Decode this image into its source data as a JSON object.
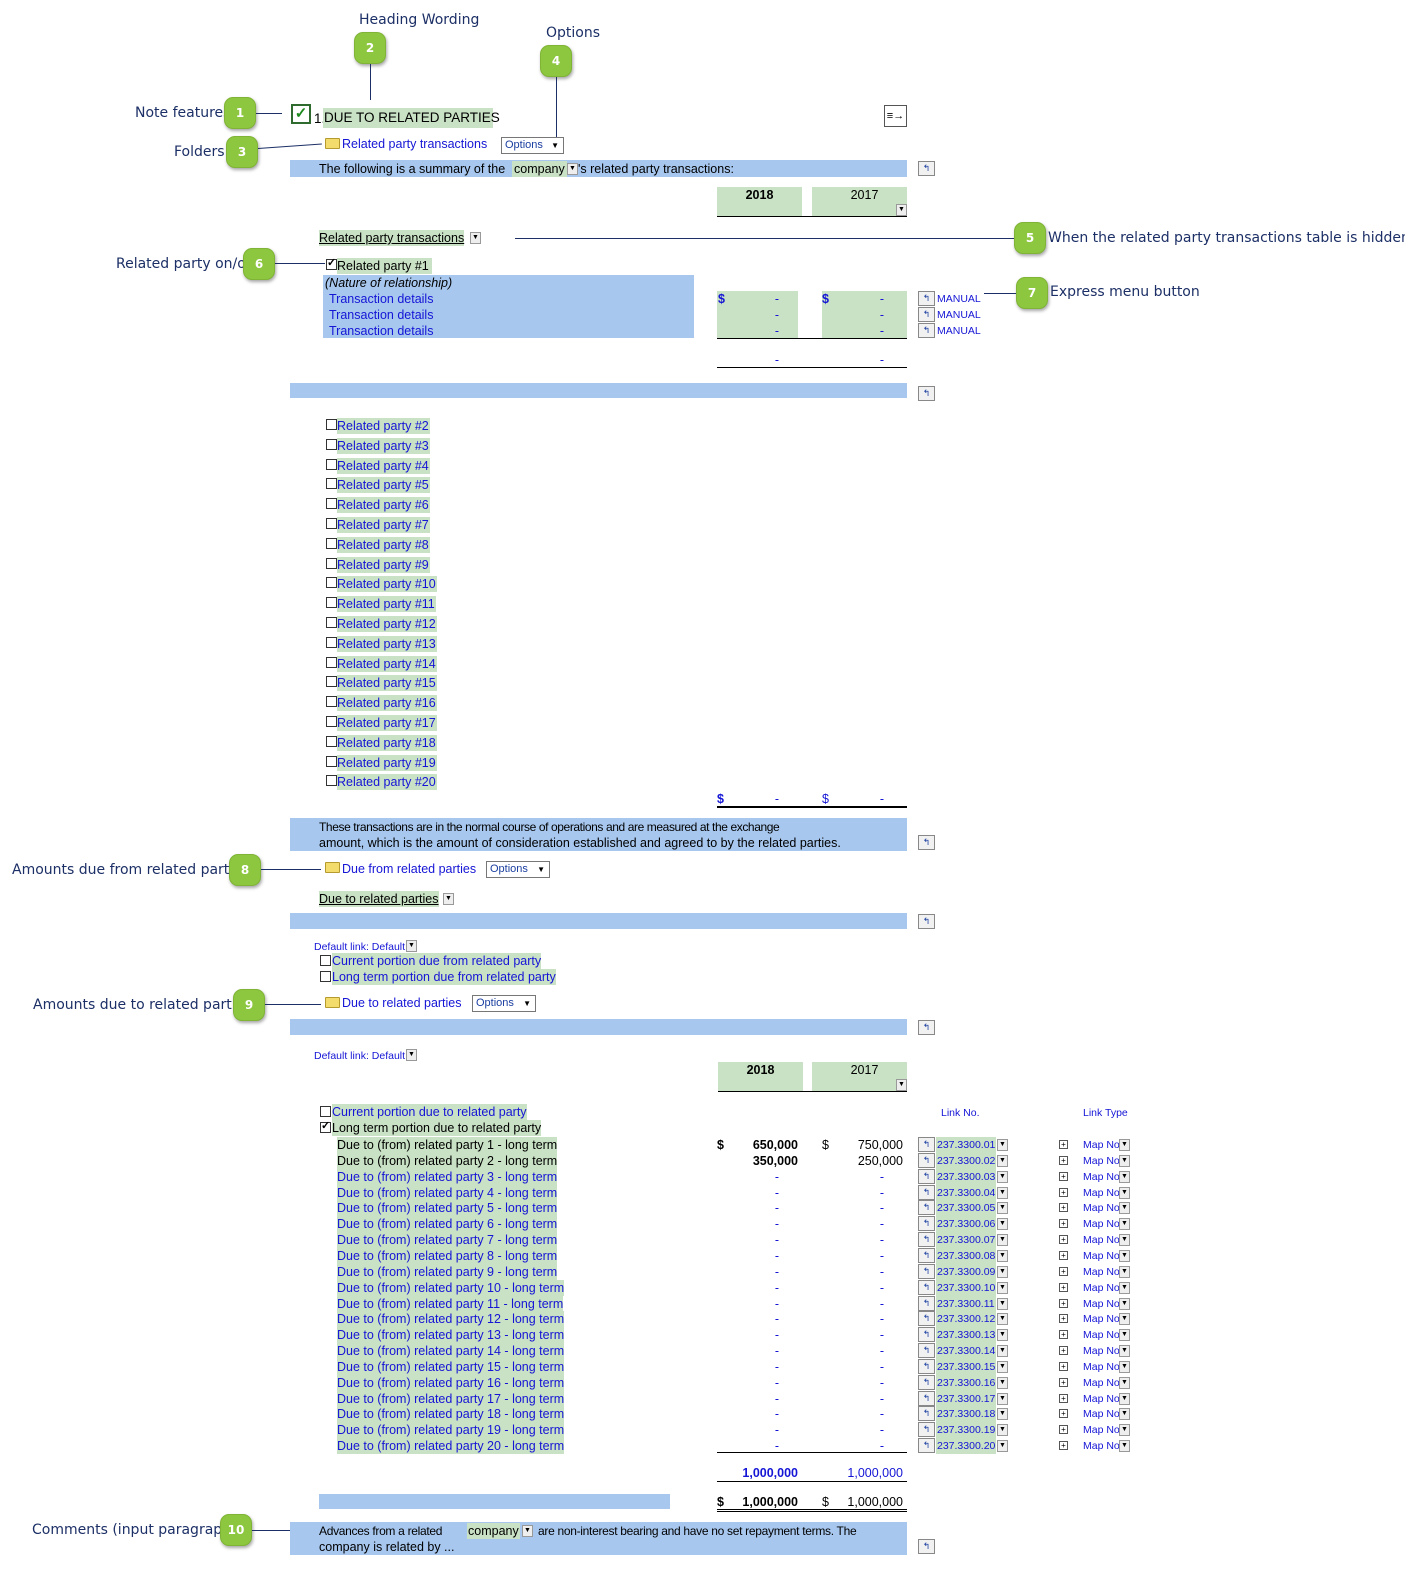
{
  "callouts": [
    {
      "id": "c1",
      "number": "1",
      "label": "Note features"
    },
    {
      "id": "c2",
      "number": "2",
      "label": "Heading Wording"
    },
    {
      "id": "c3",
      "number": "3",
      "label": "Folders"
    },
    {
      "id": "c4",
      "number": "4",
      "label": "Options"
    },
    {
      "id": "c5",
      "number": "5",
      "label": "When the related party transactions table is hidden"
    },
    {
      "id": "c6",
      "number": "6",
      "label": "Related party on/off"
    },
    {
      "id": "c7",
      "number": "7",
      "label": "Express menu button"
    },
    {
      "id": "c8",
      "number": "8",
      "label": "Amounts due from related parties"
    },
    {
      "id": "c9",
      "number": "9",
      "label": "Amounts due to related parties"
    },
    {
      "id": "c10",
      "number": "10",
      "label": "Comments (input paragraph)"
    }
  ],
  "heading": {
    "number": "1.",
    "title": "DUE TO RELATED PARTIES"
  },
  "folder1": {
    "label": "Related party transactions",
    "options": "Options"
  },
  "summary_line": {
    "before": "The following is a summary of the",
    "entity": "company",
    "after": "'s related party transactions:"
  },
  "years": {
    "current": "2018",
    "prior": "2017"
  },
  "rpt_dropdown": "Related party transactions",
  "party1": {
    "label": "Related party #1",
    "nature": "(Nature of relationship)",
    "rows": [
      {
        "label": "Transaction details",
        "cur_cur": "$",
        "cur": "-",
        "pri_cur": "$",
        "pri": "-",
        "tag": "MANUAL"
      },
      {
        "label": "Transaction details",
        "cur_cur": "",
        "cur": "-",
        "pri_cur": "",
        "pri": "-",
        "tag": "MANUAL"
      },
      {
        "label": "Transaction details",
        "cur_cur": "",
        "cur": "-",
        "pri_cur": "",
        "pri": "-",
        "tag": "MANUAL"
      }
    ],
    "subtotal_cur": "-",
    "subtotal_pri": "-"
  },
  "other_parties": [
    "Related party #2",
    "Related party #3",
    "Related party #4",
    "Related party #5",
    "Related party #6",
    "Related party #7",
    "Related party #8",
    "Related party #9",
    "Related party #10",
    "Related party #11",
    "Related party #12",
    "Related party #13",
    "Related party #14",
    "Related party #15",
    "Related party #16",
    "Related party #17",
    "Related party #18",
    "Related party #19",
    "Related party #20"
  ],
  "parties_total": {
    "cur_sym": "$",
    "cur": "-",
    "pri_sym": "$",
    "pri": "-"
  },
  "normal_course_text": {
    "line1": "These    transactions    are    in    the    normal    course    of    operations    and    are    measured    at    the    exchange",
    "line2": "amount, which is the amount of consideration established and agreed to by the related parties."
  },
  "folder2": {
    "label": "Due from related parties",
    "options": "Options"
  },
  "due_dropdown": "Due to related parties",
  "default_link1": "Default link: Default",
  "from_items": [
    "Current portion due from related party",
    "Long term portion due from related party"
  ],
  "folder3": {
    "label": "Due to related parties",
    "options": "Options"
  },
  "default_link2": "Default link: Default",
  "col_headers": {
    "link_no": "Link No.",
    "link_type": "Link Type"
  },
  "to_items": {
    "current": "Current portion due to related party",
    "long": "Long term portion due to related party"
  },
  "long_term_rows": [
    {
      "label": "Due to (from) related party 1 - long term",
      "cur_sym": "$",
      "cur": "650,000",
      "pri_sym": "$",
      "pri": "750,000",
      "link": "237.3300.01",
      "type": "Map No",
      "bold": true
    },
    {
      "label": "Due to (from) related party 2 - long term",
      "cur_sym": "",
      "cur": "350,000",
      "pri_sym": "",
      "pri": "250,000",
      "link": "237.3300.02",
      "type": "Map No",
      "bold": true
    },
    {
      "label": "Due to (from) related party 3 - long term",
      "cur_sym": "",
      "cur": "-",
      "pri_sym": "",
      "pri": "-",
      "link": "237.3300.03",
      "type": "Map No",
      "bold": false
    },
    {
      "label": "Due to (from) related party 4 - long term",
      "cur_sym": "",
      "cur": "-",
      "pri_sym": "",
      "pri": "-",
      "link": "237.3300.04",
      "type": "Map No",
      "bold": false
    },
    {
      "label": "Due to (from) related party 5 - long term",
      "cur_sym": "",
      "cur": "-",
      "pri_sym": "",
      "pri": "-",
      "link": "237.3300.05",
      "type": "Map No",
      "bold": false
    },
    {
      "label": "Due to (from) related party 6 - long term",
      "cur_sym": "",
      "cur": "-",
      "pri_sym": "",
      "pri": "-",
      "link": "237.3300.06",
      "type": "Map No",
      "bold": false
    },
    {
      "label": "Due to (from) related party 7 - long term",
      "cur_sym": "",
      "cur": "-",
      "pri_sym": "",
      "pri": "-",
      "link": "237.3300.07",
      "type": "Map No",
      "bold": false
    },
    {
      "label": "Due to (from) related party 8 - long term",
      "cur_sym": "",
      "cur": "-",
      "pri_sym": "",
      "pri": "-",
      "link": "237.3300.08",
      "type": "Map No",
      "bold": false
    },
    {
      "label": "Due to (from) related party 9 - long term",
      "cur_sym": "",
      "cur": "-",
      "pri_sym": "",
      "pri": "-",
      "link": "237.3300.09",
      "type": "Map No",
      "bold": false
    },
    {
      "label": "Due to (from) related party 10 - long term",
      "cur_sym": "",
      "cur": "-",
      "pri_sym": "",
      "pri": "-",
      "link": "237.3300.10",
      "type": "Map No",
      "bold": false
    },
    {
      "label": "Due to (from) related party 11 - long term",
      "cur_sym": "",
      "cur": "-",
      "pri_sym": "",
      "pri": "-",
      "link": "237.3300.11",
      "type": "Map No",
      "bold": false
    },
    {
      "label": "Due to (from) related party 12 - long term",
      "cur_sym": "",
      "cur": "-",
      "pri_sym": "",
      "pri": "-",
      "link": "237.3300.12",
      "type": "Map No",
      "bold": false
    },
    {
      "label": "Due to (from) related party 13 - long term",
      "cur_sym": "",
      "cur": "-",
      "pri_sym": "",
      "pri": "-",
      "link": "237.3300.13",
      "type": "Map No",
      "bold": false
    },
    {
      "label": "Due to (from) related party 14 - long term",
      "cur_sym": "",
      "cur": "-",
      "pri_sym": "",
      "pri": "-",
      "link": "237.3300.14",
      "type": "Map No",
      "bold": false
    },
    {
      "label": "Due to (from) related party 15 - long term",
      "cur_sym": "",
      "cur": "-",
      "pri_sym": "",
      "pri": "-",
      "link": "237.3300.15",
      "type": "Map No",
      "bold": false
    },
    {
      "label": "Due to (from) related party 16 - long term",
      "cur_sym": "",
      "cur": "-",
      "pri_sym": "",
      "pri": "-",
      "link": "237.3300.16",
      "type": "Map No",
      "bold": false
    },
    {
      "label": "Due to (from) related party 17 - long term",
      "cur_sym": "",
      "cur": "-",
      "pri_sym": "",
      "pri": "-",
      "link": "237.3300.17",
      "type": "Map No",
      "bold": false
    },
    {
      "label": "Due to (from) related party 18 - long term",
      "cur_sym": "",
      "cur": "-",
      "pri_sym": "",
      "pri": "-",
      "link": "237.3300.18",
      "type": "Map No",
      "bold": false
    },
    {
      "label": "Due to (from) related party 19 - long term",
      "cur_sym": "",
      "cur": "-",
      "pri_sym": "",
      "pri": "-",
      "link": "237.3300.19",
      "type": "Map No",
      "bold": false
    },
    {
      "label": "Due to (from) related party 20 - long term",
      "cur_sym": "",
      "cur": "-",
      "pri_sym": "",
      "pri": "-",
      "link": "237.3300.20",
      "type": "Map No",
      "bold": false
    }
  ],
  "long_subtotal": {
    "cur": "1,000,000",
    "pri": "1,000,000"
  },
  "grand_total": {
    "cur_sym": "$",
    "cur": "1,000,000",
    "pri_sym": "$",
    "pri": "1,000,000"
  },
  "comment": {
    "before": "Advances    from    a    related",
    "entity": "company",
    "after": "are    non-interest    bearing    and    have    no    set    repayment    terms.    The",
    "line2": "company is related by ..."
  },
  "colors": {
    "blue_band": "#a7c7ee",
    "green_cell": "#c9e1c4",
    "link_blue": "#1515d6",
    "badge_green": "#8dc63f",
    "callout_navy": "#1c2f66"
  }
}
